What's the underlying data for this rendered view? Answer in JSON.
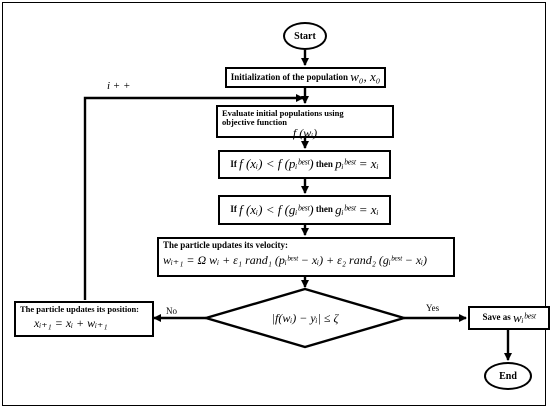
{
  "diagram": {
    "start": "Start",
    "init_text": "Initialization of the population",
    "init_math": "w₀, x₀",
    "evaluate_text": "Evaluate initial populations using objective function",
    "evaluate_math": "f (wᵢ)",
    "cond1_if": "If",
    "cond1_lhs": "f (xᵢ) < f (pᵢᵇᵉˢᵗ)",
    "cond1_then": "then",
    "cond1_rhs": "pᵢᵇᵉˢᵗ = xᵢ",
    "cond2_if": "If",
    "cond2_lhs": "f (xᵢ) < f (gᵢᵇᵉˢᵗ)",
    "cond2_then": "then",
    "cond2_rhs": "gᵢᵇᵉˢᵗ = xᵢ",
    "velocity_text": "The particle updates its velocity:",
    "velocity_math": "wᵢ₊₁ = Ω wᵢ + ε₁ rand₁ (pᵢᵇᵉˢᵗ − xᵢ) + ε₂ rand₂ (gᵢᵇᵉˢᵗ − xᵢ)",
    "decision_math": "|f(wᵢ) − yᵢ| ≤ ζ",
    "position_text": "The particle updates its position:",
    "position_math": "xᵢ₊₁ = xᵢ + wᵢ₊₁",
    "save_text": "Save as",
    "save_math": "wᵢᵇᵉˢᵗ",
    "end": "End",
    "loop_label": "i + +",
    "no_label": "No",
    "yes_label": "Yes"
  }
}
